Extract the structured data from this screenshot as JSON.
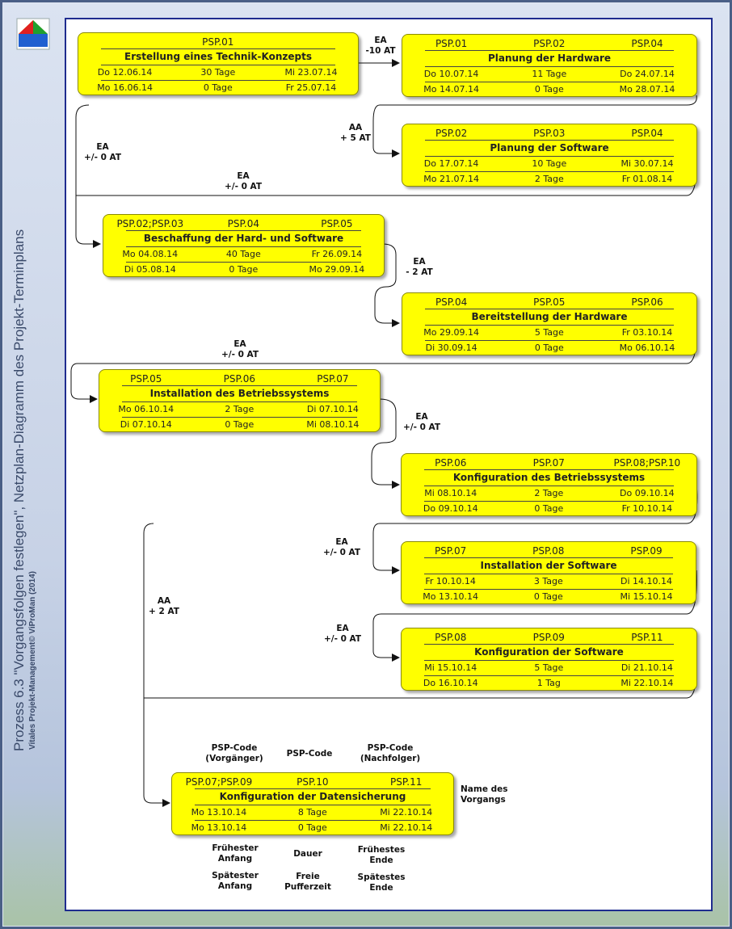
{
  "side_title": "Prozess 6.3 \"Vorgangsfolgen festlegen\", Netzplan-Diagramm des Projekt-Terminplans",
  "side_subtitle": "Vitales Projekt-Management© ViProMan (2014)",
  "colors": {
    "node_fill": "#ffff00",
    "panel_border": "#1f2c8f",
    "connector": "#111111"
  },
  "nodes": [
    {
      "top": [
        "",
        "PSP.01",
        ""
      ],
      "name": "Erstellung eines Technik-Konzepts",
      "row1": [
        "Do 12.06.14",
        "30 Tage",
        "Mi 23.07.14"
      ],
      "row2": [
        "Mo 16.06.14",
        "0 Tage",
        "Fr 25.07.14"
      ]
    },
    {
      "top": [
        "PSP.01",
        "PSP.02",
        "PSP.04"
      ],
      "name": "Planung der Hardware",
      "row1": [
        "Do 10.07.14",
        "11 Tage",
        "Do 24.07.14"
      ],
      "row2": [
        "Mo 14.07.14",
        "0 Tage",
        "Mo 28.07.14"
      ]
    },
    {
      "top": [
        "PSP.02",
        "PSP.03",
        "PSP.04"
      ],
      "name": "Planung der Software",
      "row1": [
        "Do 17.07.14",
        "10 Tage",
        "Mi 30.07.14"
      ],
      "row2": [
        "Mo 21.07.14",
        "2 Tage",
        "Fr 01.08.14"
      ]
    },
    {
      "top": [
        "PSP.02;PSP.03",
        "PSP.04",
        "PSP.05"
      ],
      "name": "Beschaffung der Hard- und Software",
      "row1": [
        "Mo 04.08.14",
        "40 Tage",
        "Fr 26.09.14"
      ],
      "row2": [
        "Di 05.08.14",
        "0 Tage",
        "Mo 29.09.14"
      ]
    },
    {
      "top": [
        "PSP.04",
        "PSP.05",
        "PSP.06"
      ],
      "name": "Bereitstellung der Hardware",
      "row1": [
        "Mo 29.09.14",
        "5 Tage",
        "Fr 03.10.14"
      ],
      "row2": [
        "Di 30.09.14",
        "0 Tage",
        "Mo 06.10.14"
      ]
    },
    {
      "top": [
        "PSP.05",
        "PSP.06",
        "PSP.07"
      ],
      "name": "Installation des Betriebssystems",
      "row1": [
        "Mo 06.10.14",
        "2 Tage",
        "Di 07.10.14"
      ],
      "row2": [
        "Di 07.10.14",
        "0 Tage",
        "Mi 08.10.14"
      ]
    },
    {
      "top": [
        "PSP.06",
        "PSP.07",
        "PSP.08;PSP.10"
      ],
      "name": "Konfiguration des Betriebssystems",
      "row1": [
        "Mi 08.10.14",
        "2 Tage",
        "Do 09.10.14"
      ],
      "row2": [
        "Do 09.10.14",
        "0 Tage",
        "Fr 10.10.14"
      ]
    },
    {
      "top": [
        "PSP.07",
        "PSP.08",
        "PSP.09"
      ],
      "name": "Installation der Software",
      "row1": [
        "Fr 10.10.14",
        "3 Tage",
        "Di 14.10.14"
      ],
      "row2": [
        "Mo 13.10.14",
        "0 Tage",
        "Mi 15.10.14"
      ]
    },
    {
      "top": [
        "PSP.08",
        "PSP.09",
        "PSP.11"
      ],
      "name": "Konfiguration der Software",
      "row1": [
        "Mi 15.10.14",
        "5 Tage",
        "Di 21.10.14"
      ],
      "row2": [
        "Do 16.10.14",
        "1 Tag",
        "Mi 22.10.14"
      ]
    },
    {
      "top": [
        "PSP.07;PSP.09",
        "PSP.10",
        "PSP.11"
      ],
      "name": "Konfiguration der Datensicherung",
      "row1": [
        "Mo 13.10.14",
        "8 Tage",
        "Mi 22.10.14"
      ],
      "row2": [
        "Mo 13.10.14",
        "0 Tage",
        "Mi 22.10.14"
      ]
    }
  ],
  "links": [
    [
      "EA",
      "-10 AT"
    ],
    [
      "AA",
      "+ 5 AT"
    ],
    [
      "EA",
      "+/- 0 AT"
    ],
    [
      "EA",
      "+/- 0 AT"
    ],
    [
      "EA",
      "- 2 AT"
    ],
    [
      "EA",
      "+/- 0 AT"
    ],
    [
      "EA",
      "+/- 0 AT"
    ],
    [
      "EA",
      "+/- 0 AT"
    ],
    [
      "EA",
      "+/- 0 AT"
    ],
    [
      "AA",
      "+ 2 AT"
    ]
  ],
  "legend": {
    "pred": [
      "PSP-Code",
      "(Vorgänger)"
    ],
    "code": "PSP-Code",
    "succ": [
      "PSP-Code",
      "(Nachfolger)"
    ],
    "name": [
      "Name des",
      "Vorgangs"
    ],
    "es": [
      "Frühester",
      "Anfang"
    ],
    "dur": "Dauer",
    "ef": [
      "Frühestes",
      "Ende"
    ],
    "ls": [
      "Spätester",
      "Anfang"
    ],
    "slack": [
      "Freie",
      "Pufferzeit"
    ],
    "lf": [
      "Spätestes",
      "Ende"
    ]
  }
}
